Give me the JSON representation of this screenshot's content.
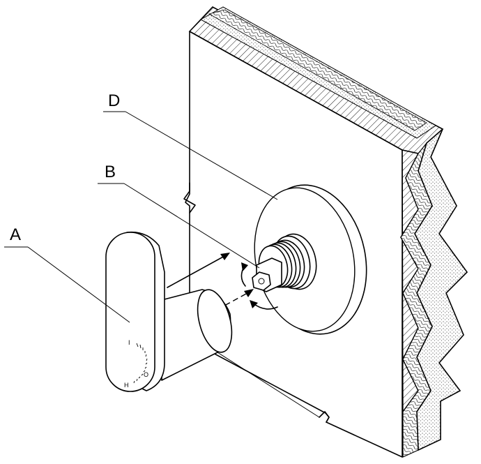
{
  "labels": {
    "a": "A",
    "b": "B",
    "d": "D"
  },
  "dial_marks": {
    "low": "I",
    "mid": "O",
    "high": "H"
  },
  "colors": {
    "line": "#000000",
    "background": "#ffffff"
  }
}
